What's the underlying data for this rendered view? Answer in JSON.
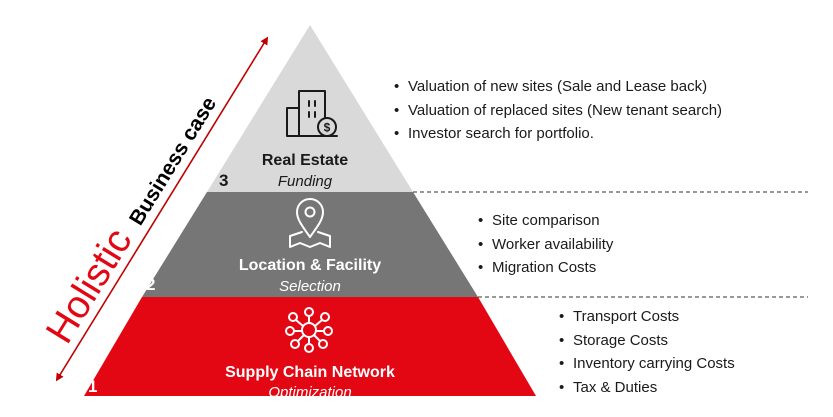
{
  "pyramid": {
    "side_label": {
      "big": "Holistic",
      "small": "Business case"
    },
    "colors": {
      "top": "#d9d9d9",
      "middle": "#767676",
      "bottom": "#e30613",
      "arrow": "#c00000",
      "text_dark": "#1a1a1a",
      "text_light": "#ffffff"
    },
    "levels": [
      {
        "number": "3",
        "title": "Real Estate",
        "subtitle": "Funding",
        "icon": "building-dollar-icon",
        "bullets": [
          "Valuation of new sites (Sale and Lease back)",
          "Valuation of replaced sites (New tenant search)",
          "Investor search for portfolio."
        ]
      },
      {
        "number": "2",
        "title": "Location & Facility",
        "subtitle": "Selection",
        "icon": "map-pin-icon",
        "bullets": [
          "Site comparison",
          "Worker availability",
          "Migration Costs"
        ]
      },
      {
        "number": "1",
        "title": "Supply Chain Network",
        "subtitle": "Optimization",
        "icon": "network-hub-icon",
        "bullets": [
          "Transport Costs",
          "Storage Costs",
          "Inventory carrying Costs",
          "Tax & Duties"
        ]
      }
    ]
  }
}
